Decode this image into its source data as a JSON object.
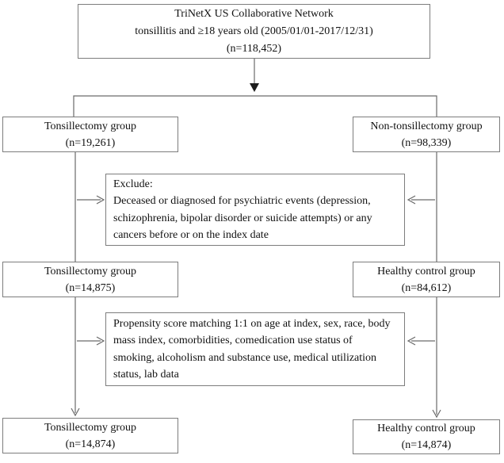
{
  "flowchart": {
    "initial_cohort": {
      "lines": [
        "TriNetX US Collaborative Network",
        "tonsillitis and ≥18 years old (2005/01/01-2017/12/31)",
        "(n=118,452)"
      ]
    },
    "tonsillectomy_group_1": {
      "lines": [
        "Tonsillectomy group",
        "(n=19,261)"
      ]
    },
    "non_tonsillectomy_group": {
      "lines": [
        "Non-tonsillectomy group",
        "(n=98,339)"
      ]
    },
    "exclusion_criteria": {
      "lines": [
        "Exclude:",
        "Deceased or diagnosed for psychiatric events (depression,",
        "schizophrenia, bipolar disorder or suicide attempts) or any",
        "cancers before or on the index date"
      ]
    },
    "tonsillectomy_group_2": {
      "lines": [
        "Tonsillectomy group",
        "(n=14,875)"
      ]
    },
    "healthy_control_group_1": {
      "lines": [
        "Healthy control group",
        "(n=84,612)"
      ]
    },
    "propensity_matching": {
      "lines": [
        "Propensity score matching 1:1 on age at index, sex, race, body",
        "mass index, comorbidities, comedication use status of",
        "smoking, alcoholism and substance use, medical utilization",
        "status, lab data"
      ]
    },
    "tonsillectomy_group_3": {
      "lines": [
        "Tonsillectomy group",
        "(n=14,874)"
      ]
    },
    "healthy_control_group_2": {
      "lines": [
        "Healthy control group",
        "(n=14,874)"
      ]
    },
    "colors": {
      "box_border": "#7d7d7d",
      "connector_line": "#6a6a6a",
      "arrowhead_solid": "#1c1c1c",
      "text": "#111111",
      "background": "#ffffff"
    }
  }
}
